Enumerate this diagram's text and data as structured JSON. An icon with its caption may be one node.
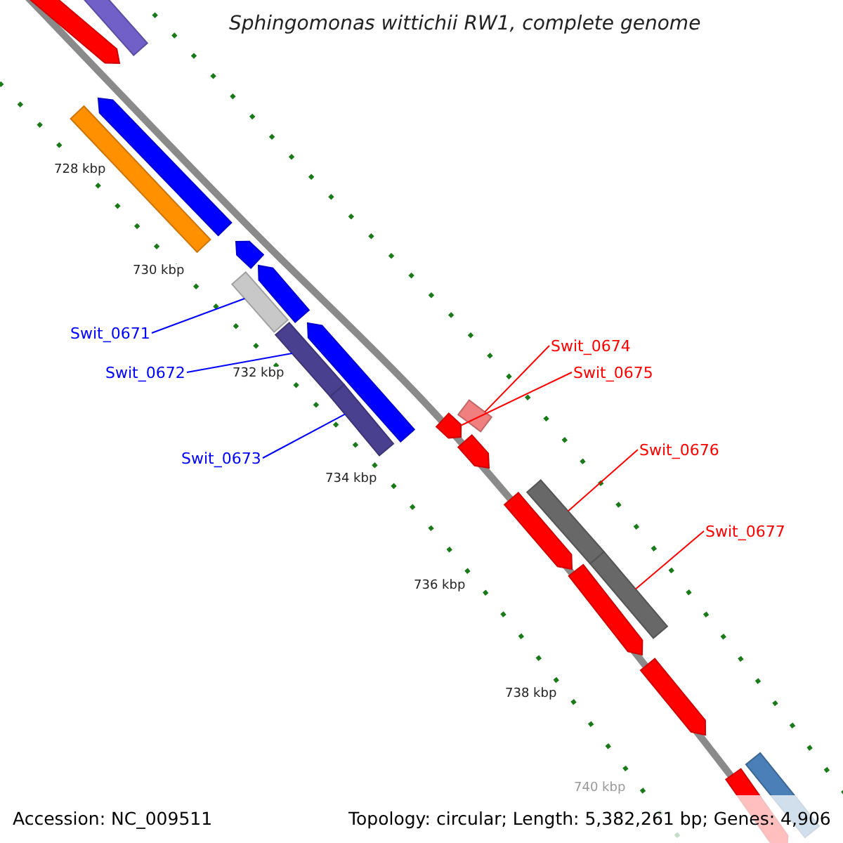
{
  "diagram": {
    "title": "Sphingomonas wittichii RW1, complete genome",
    "nodes": [
      {
        "text": [
          "Swit_0671"
        ]
      },
      {
        "text": [
          "Swit_0672"
        ]
      },
      {
        "text": [
          "Swit_0673"
        ]
      },
      {
        "text": [
          "Swit_0674"
        ]
      },
      {
        "text": [
          "Swit_0675"
        ]
      },
      {
        "text": [
          "Swit_0676"
        ]
      },
      {
        "text": [
          "Swit_0677"
        ]
      },
      {
        "text": [],
        "shape": "arrow"
      },
      {
        "text": [],
        "shape": "bar"
      },
      {
        "text": [],
        "shape": "arrow"
      },
      {
        "text": [],
        "shape": "bar"
      },
      {
        "text": [],
        "shape": "arrow"
      },
      {
        "text": [],
        "shape": "arrow"
      },
      {
        "text": [],
        "shape": "bar"
      },
      {
        "text": [],
        "shape": "arrow"
      },
      {
        "text": [],
        "shape": "bar"
      },
      {
        "text": [],
        "shape": "bar"
      },
      {
        "text": [],
        "shape": "bar"
      },
      {
        "text": [],
        "shape": "arrow"
      },
      {
        "text": [],
        "shape": "arrow"
      },
      {
        "text": [],
        "shape": "arrow"
      },
      {
        "text": [],
        "shape": "bar"
      },
      {
        "text": [],
        "shape": "bar"
      },
      {
        "text": [],
        "shape": "arrow"
      },
      {
        "text": [],
        "shape": "arrow"
      },
      {
        "text": [],
        "shape": "bar"
      },
      {
        "text": [],
        "shape": "arrow"
      }
    ],
    "edges": [
      {
        "from": 0,
        "to": 13,
        "arrow": "none",
        "color": "#0000ff"
      },
      {
        "from": 1,
        "to": 15,
        "arrow": "none",
        "color": "#0000ff"
      },
      {
        "from": 2,
        "to": 16,
        "arrow": "none",
        "color": "#0000ff"
      },
      {
        "from": 3,
        "to": 17,
        "arrow": "none",
        "color": "#ff0000"
      },
      {
        "from": 4,
        "to": 18,
        "arrow": "none",
        "color": "#ff0000"
      },
      {
        "from": 5,
        "to": 21,
        "arrow": "none",
        "color": "#ff0000"
      },
      {
        "from": 6,
        "to": 22,
        "arrow": "none",
        "color": "#ff0000"
      }
    ],
    "labels": [
      "728 kbp",
      "730 kbp",
      "732 kbp",
      "734 kbp",
      "736 kbp",
      "738 kbp",
      "740 kbp",
      "Accession: NC_009511",
      "Topology: circular; Length: 5,382,261 bp; Genes: 4,906"
    ]
  }
}
